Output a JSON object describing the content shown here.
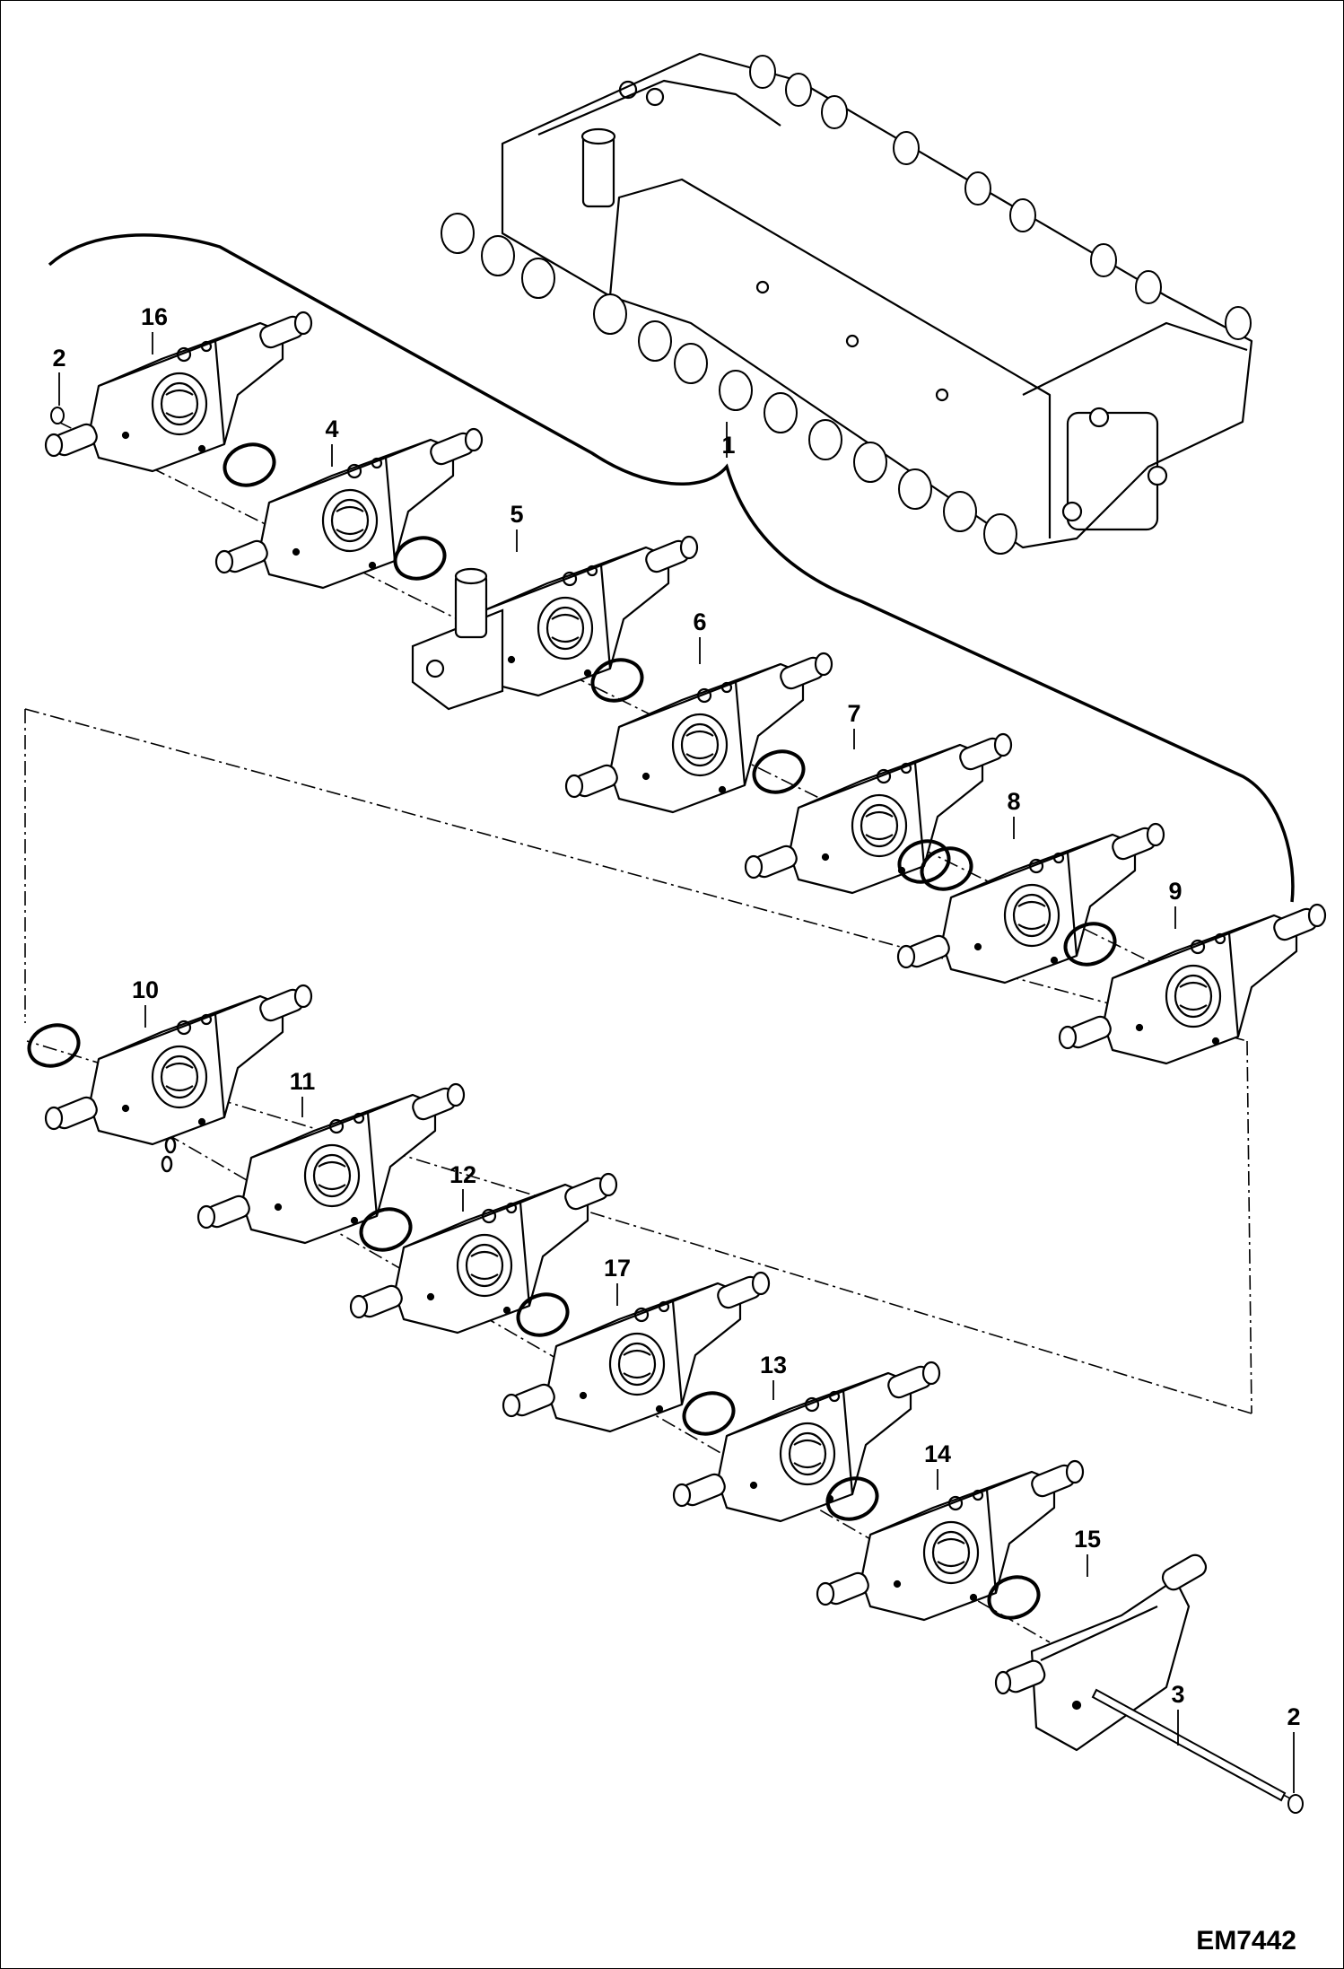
{
  "figure_code": "EM7442",
  "callouts": [
    {
      "id": "16",
      "label": "16"
    },
    {
      "id": "2a",
      "label": "2"
    },
    {
      "id": "4",
      "label": "4"
    },
    {
      "id": "5",
      "label": "5"
    },
    {
      "id": "1",
      "label": "1"
    },
    {
      "id": "6",
      "label": "6"
    },
    {
      "id": "7",
      "label": "7"
    },
    {
      "id": "8",
      "label": "8"
    },
    {
      "id": "9",
      "label": "9"
    },
    {
      "id": "10",
      "label": "10"
    },
    {
      "id": "11",
      "label": "11"
    },
    {
      "id": "12",
      "label": "12"
    },
    {
      "id": "17",
      "label": "17"
    },
    {
      "id": "13",
      "label": "13"
    },
    {
      "id": "14",
      "label": "14"
    },
    {
      "id": "15",
      "label": "15"
    },
    {
      "id": "3",
      "label": "3"
    },
    {
      "id": "2b",
      "label": "2"
    }
  ]
}
